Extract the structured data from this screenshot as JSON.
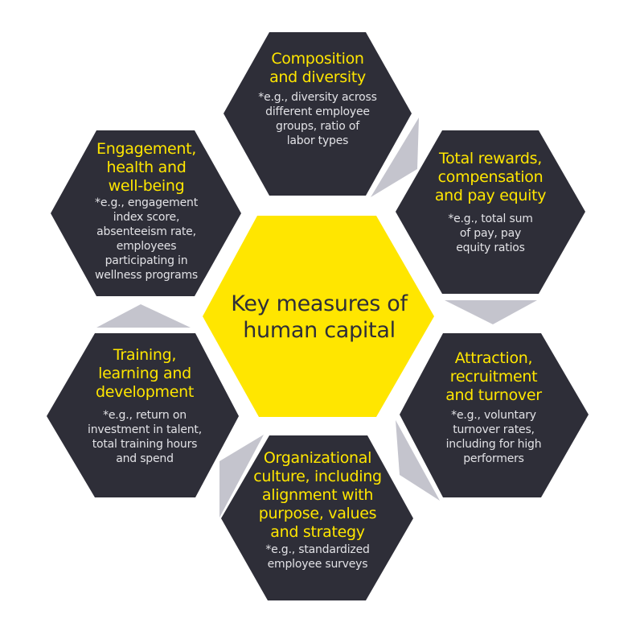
{
  "colors": {
    "hex_dark": "#2e2e38",
    "hex_center": "#ffe600",
    "title_text": "#ffe600",
    "desc_text": "#e2e2e6",
    "connector": "#c4c4cd"
  },
  "center": {
    "title_lines": [
      "Key measures of",
      "human capital"
    ]
  },
  "hexagons": [
    {
      "id": "top",
      "title_lines": [
        "Composition",
        "and diversity"
      ],
      "desc_lines": [
        "*e.g., diversity across",
        "different employee",
        "groups, ratio of",
        "labor types"
      ]
    },
    {
      "id": "top-right",
      "title_lines": [
        "Total rewards,",
        "compensation",
        "and pay equity"
      ],
      "desc_lines": [
        "*e.g., total sum",
        "of pay, pay",
        "equity ratios"
      ]
    },
    {
      "id": "bottom-right",
      "title_lines": [
        "Attraction,",
        "recruitment",
        "and turnover"
      ],
      "desc_lines": [
        "*e.g., voluntary",
        "turnover rates,",
        "including for high",
        "performers"
      ]
    },
    {
      "id": "bottom",
      "title_lines": [
        "Organizational",
        "culture, including",
        "alignment with",
        "purpose, values",
        "and strategy"
      ],
      "desc_lines": [
        "*e.g., standardized",
        "employee surveys"
      ]
    },
    {
      "id": "bottom-left",
      "title_lines": [
        "Training,",
        "learning and",
        "development"
      ],
      "desc_lines": [
        "*e.g., return on",
        "investment in talent,",
        "total training hours",
        "and spend"
      ]
    },
    {
      "id": "top-left",
      "title_lines": [
        "Engagement,",
        "health and",
        "well-being"
      ],
      "desc_lines": [
        "*e.g., engagement",
        "index score,",
        "absenteeism rate,",
        "employees",
        "participating in",
        "wellness programs"
      ]
    }
  ]
}
